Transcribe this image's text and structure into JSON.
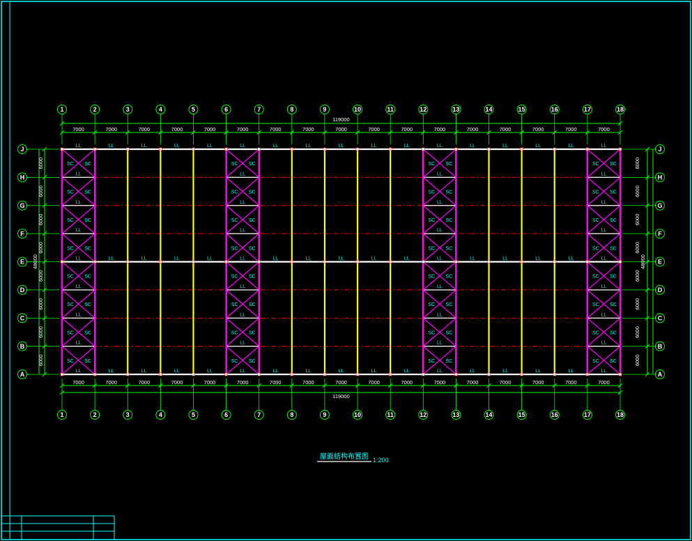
{
  "drawing": {
    "title": "屋面结构布置图",
    "scale": "1:200"
  },
  "grid": {
    "columns": [
      "1",
      "2",
      "3",
      "4",
      "5",
      "6",
      "7",
      "8",
      "9",
      "10",
      "11",
      "12",
      "13",
      "14",
      "15",
      "16",
      "17",
      "18"
    ],
    "rows": [
      "J",
      "H",
      "G",
      "F",
      "E",
      "D",
      "C",
      "B",
      "A"
    ],
    "column_spacing_label": "7000",
    "row_spacing_label": "6000",
    "total_length_label": "119000",
    "total_width_label": "48000"
  },
  "labels": {
    "brace": "SC",
    "tie": "LL"
  },
  "colors": {
    "frame": "#00ffff",
    "dimension": "#00ff00",
    "purlin": "#ff0000",
    "rafter": "#ffff00",
    "brace": "#ff00ff",
    "tie_beam": "#ffffff",
    "background": "#000000"
  },
  "braced_bays": [
    [
      1,
      2
    ],
    [
      6,
      7
    ],
    [
      12,
      13
    ],
    [
      17,
      18
    ]
  ]
}
